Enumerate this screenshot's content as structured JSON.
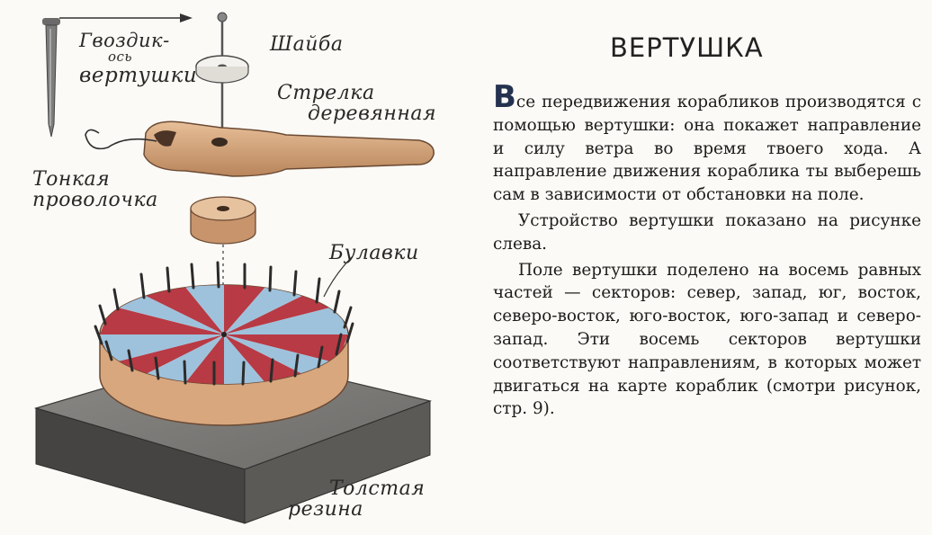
{
  "title": "ВЕРТУШКА",
  "labels": {
    "nail_line1": "Гвоздик-",
    "nail_line2": "ось",
    "nail_line3": "вертушки",
    "washer": "Шайба",
    "arrow_line1": "Стрелка",
    "arrow_line2": "деревянная",
    "wire_line1": "Тонкая",
    "wire_line2": "проволочка",
    "pins": "Булавки",
    "rubber_line1": "Толстая",
    "rubber_line2": "резина"
  },
  "text": {
    "dropcap": "В",
    "p1_rest": "се передвижения корабликов производятся с помощью вертушки: она покажет направление и силу ветра во время твоего хода. А направление движения кораблика ты выберешь сам в зависимости от обстановки на поле.",
    "p2": "Устройство вертушки показано на рисунке слева.",
    "p3": "Поле вертушки поделено на восемь равных частей — секторов: север, запад, юг, восток, северо-восток, юго-восток, юго-запад и северо-запад. Эти восемь секторов вертушки соответствуют направлениям, в которых может двигаться на карте кораблик (смотри рисунок, стр. 9)."
  },
  "colors": {
    "red_sector": "#b83a44",
    "blue_sector": "#9ec2dc",
    "wood": "#d8a77e",
    "rubber": "#5d5c5a"
  }
}
